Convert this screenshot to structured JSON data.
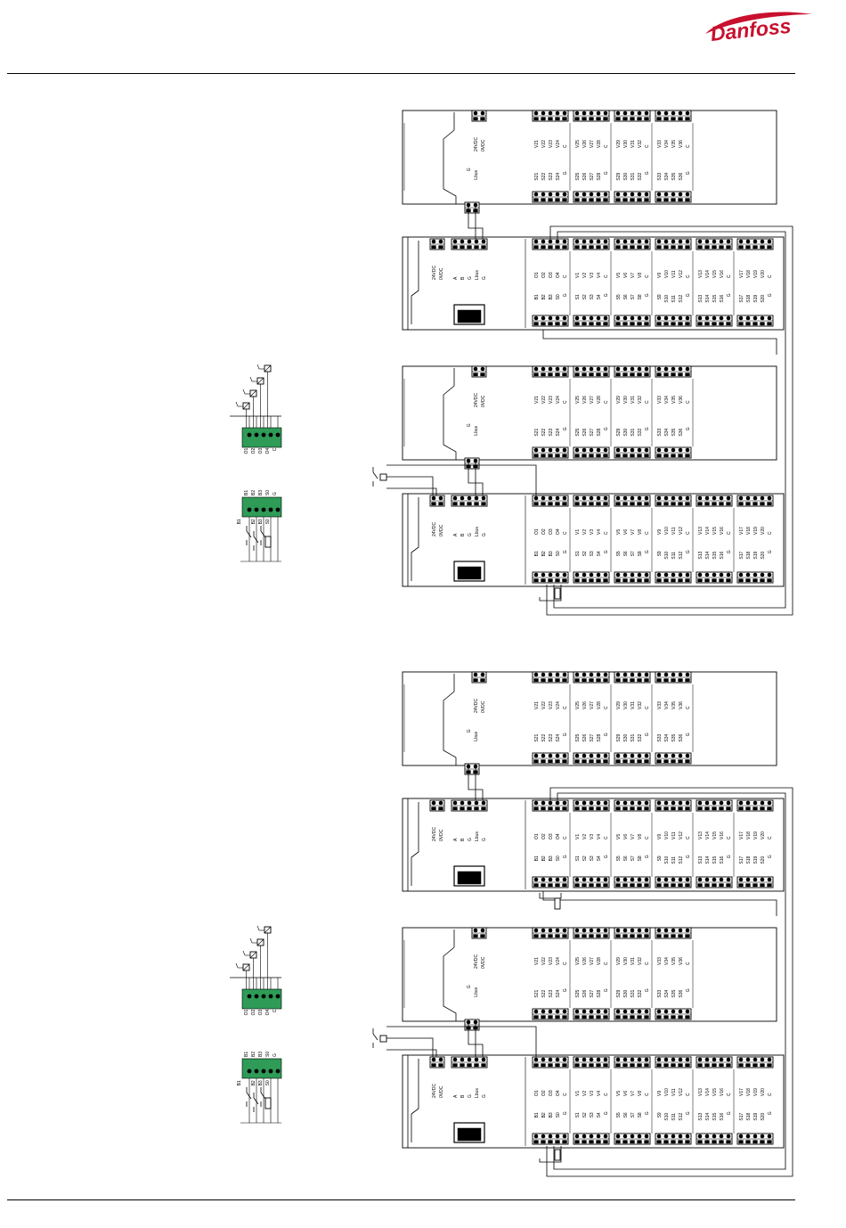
{
  "header": {
    "logo_text": "Danfoss",
    "brand_color": "#c8102e"
  },
  "terminal_labels": {
    "power": [
      "24VDC",
      "0VDC"
    ],
    "lbus_ext": [
      "G",
      "Lbus"
    ],
    "bus_main": [
      "A",
      "B",
      "G",
      "Lbus",
      "G"
    ],
    "outputs_main": [
      "O1",
      "O2",
      "O3",
      "O4",
      "C"
    ],
    "inputs_main": [
      "B1",
      "B2",
      "B3",
      "S0",
      "G"
    ],
    "ext_top_groups": [
      [
        "V21",
        "V22",
        "V23",
        "V24",
        "C"
      ],
      [
        "V25",
        "V26",
        "V27",
        "V28",
        "C"
      ],
      [
        "V29",
        "V30",
        "V31",
        "V32",
        "C"
      ],
      [
        "V33",
        "V34",
        "V35",
        "V36",
        "C"
      ]
    ],
    "ext_bottom_groups": [
      [
        "S21",
        "S22",
        "S23",
        "S24",
        "G"
      ],
      [
        "S25",
        "S26",
        "S27",
        "S28",
        "G"
      ],
      [
        "S29",
        "S30",
        "S31",
        "S32",
        "G"
      ],
      [
        "S33",
        "S34",
        "S35",
        "S36",
        "G"
      ]
    ],
    "main_top_groups": [
      [
        "V1",
        "V2",
        "V3",
        "V4",
        "C"
      ],
      [
        "V5",
        "V6",
        "V7",
        "V8",
        "C"
      ],
      [
        "V9",
        "V10",
        "V11",
        "V12",
        "C"
      ],
      [
        "V13",
        "V14",
        "V15",
        "V16",
        "C"
      ],
      [
        "V17",
        "V18",
        "V19",
        "V20",
        "C"
      ]
    ],
    "main_bottom_groups": [
      [
        "S1",
        "S2",
        "S3",
        "S4",
        "G"
      ],
      [
        "S5",
        "S6",
        "S7",
        "S8",
        "G"
      ],
      [
        "S9",
        "S10",
        "S11",
        "S12",
        "G"
      ],
      [
        "S13",
        "S14",
        "S15",
        "S16",
        "G"
      ],
      [
        "S17",
        "S18",
        "S19",
        "S20",
        "G"
      ]
    ]
  },
  "legend_outputs": [
    "O1",
    "O2",
    "O3",
    "O4",
    "C"
  ],
  "legend_inputs": [
    "B1",
    "B2",
    "B3",
    "S0",
    "G"
  ]
}
